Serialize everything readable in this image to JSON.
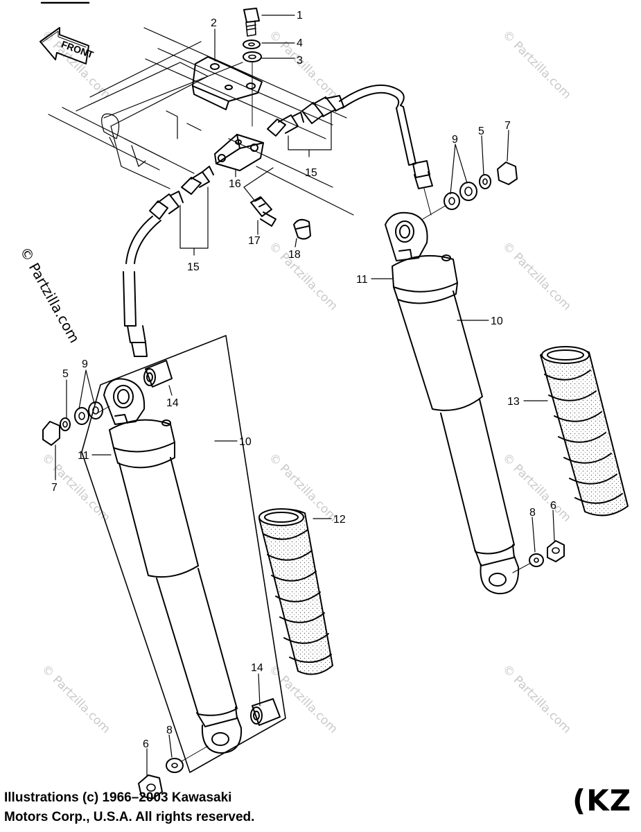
{
  "front_label": "FRONT",
  "model_label": "(KZ",
  "copyright": {
    "line1": "Illustrations (c) 1966–2003 Kawasaki",
    "line2": "Motors Corp., U.S.A.  All rights reserved."
  },
  "watermark": "© Partzilla.com",
  "callouts": {
    "c1": "1",
    "c2": "2",
    "c3": "3",
    "c4": "4",
    "c5a": "5",
    "c5b": "5",
    "c6a": "6",
    "c6b": "6",
    "c7a": "7",
    "c7b": "7",
    "c8a": "8",
    "c8b": "8",
    "c9a": "9",
    "c9b": "9",
    "c10a": "10",
    "c10b": "10",
    "c11a": "11",
    "c11b": "11",
    "c12": "12",
    "c13": "13",
    "c14a": "14",
    "c14b": "14",
    "c15a": "15",
    "c15b": "15",
    "c16": "16",
    "c17": "17",
    "c18": "18"
  }
}
